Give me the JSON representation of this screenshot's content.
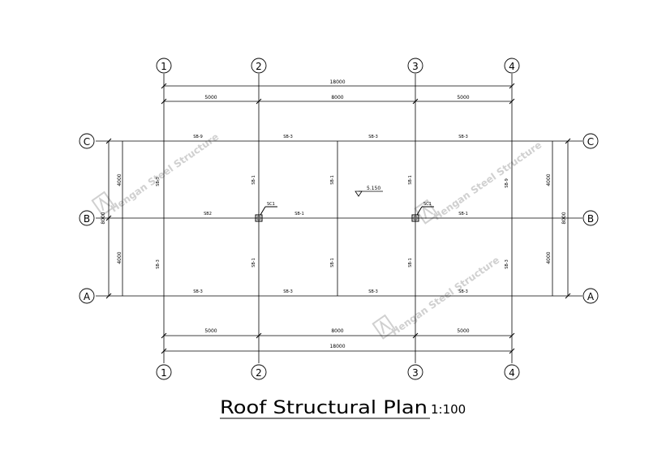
{
  "grid": {
    "x_labels": [
      "1",
      "2",
      "3",
      "4"
    ],
    "y_labels": [
      "C",
      "B",
      "A"
    ]
  },
  "dimensions": {
    "total_horizontal": "18000",
    "spans_horizontal": [
      "5000",
      "8000",
      "5000"
    ],
    "spans_vertical": [
      "4000",
      "4000"
    ],
    "total_vertical": "8000"
  },
  "beams": {
    "row_c": [
      "SB-9",
      "SB-3",
      "SB-3",
      "SB-3"
    ],
    "row_b": [
      "SB2",
      "SB-1",
      "SB-1"
    ],
    "row_a": [
      "SB-3",
      "SB-3",
      "SB-3",
      "SB-3"
    ],
    "upper_bay": [
      "SB-3",
      "SB-1",
      "SB-1",
      "SB-1",
      "SB-9"
    ],
    "lower_bay": [
      "SB-3",
      "SB-1",
      "SB-1",
      "SB-1",
      "SB-3"
    ]
  },
  "columns": [
    "SC1",
    "SC1"
  ],
  "elevation": "5.150",
  "watermark": "Hengan Steel Structure",
  "title": "Roof Structural Plan",
  "scale": "1:100"
}
